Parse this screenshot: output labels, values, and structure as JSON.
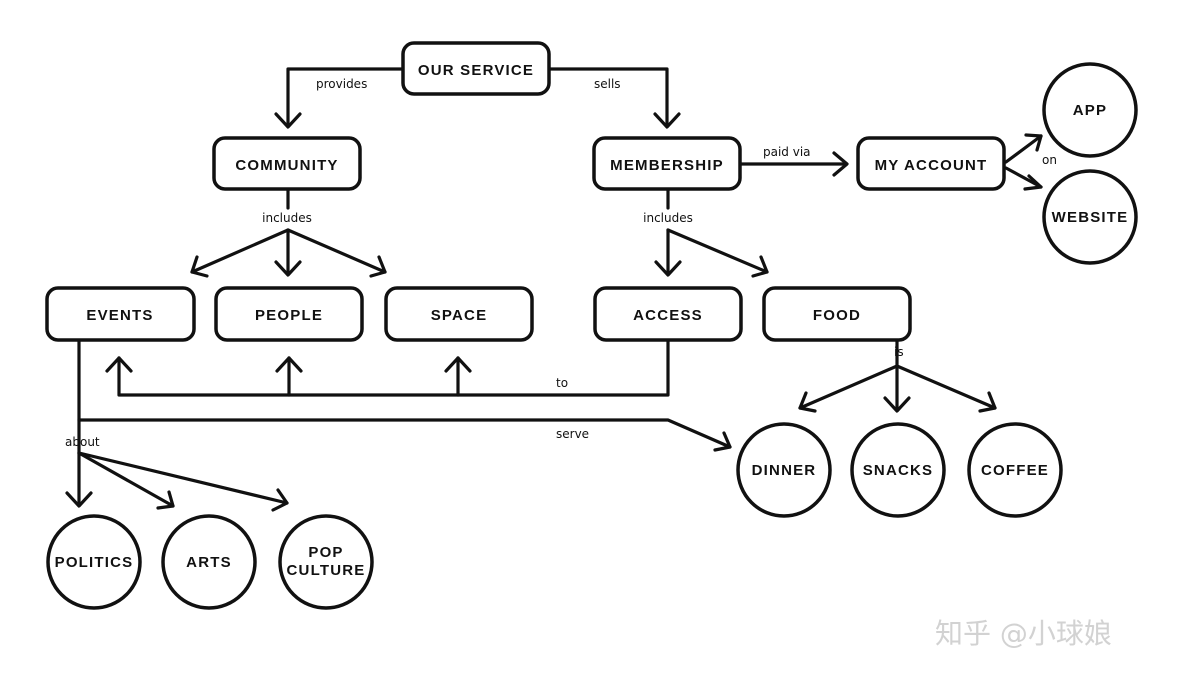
{
  "nodes": {
    "our_service": "OUR SERVICE",
    "community": "COMMUNITY",
    "membership": "MEMBERSHIP",
    "my_account": "MY ACCOUNT",
    "app": "APP",
    "website": "WEBSITE",
    "events": "EVENTS",
    "people": "PEOPLE",
    "space": "SPACE",
    "access": "ACCESS",
    "food": "FOOD",
    "dinner": "DINNER",
    "snacks": "SNACKS",
    "coffee": "COFFEE",
    "politics": "POLITICS",
    "arts": "ARTS",
    "pop_culture_line1": "POP",
    "pop_culture_line2": "CULTURE"
  },
  "edge_labels": {
    "provides": "provides",
    "sells": "sells",
    "paid_via": "paid via",
    "on": "on",
    "community_includes": "includes",
    "membership_includes": "includes",
    "is": "is",
    "to": "to",
    "serve": "serve",
    "about": "about"
  },
  "watermark": {
    "text": "知乎 @小球娘"
  },
  "colors": {
    "ink": "#111111",
    "background": "#ffffff",
    "watermark": "#d2d2d2"
  }
}
